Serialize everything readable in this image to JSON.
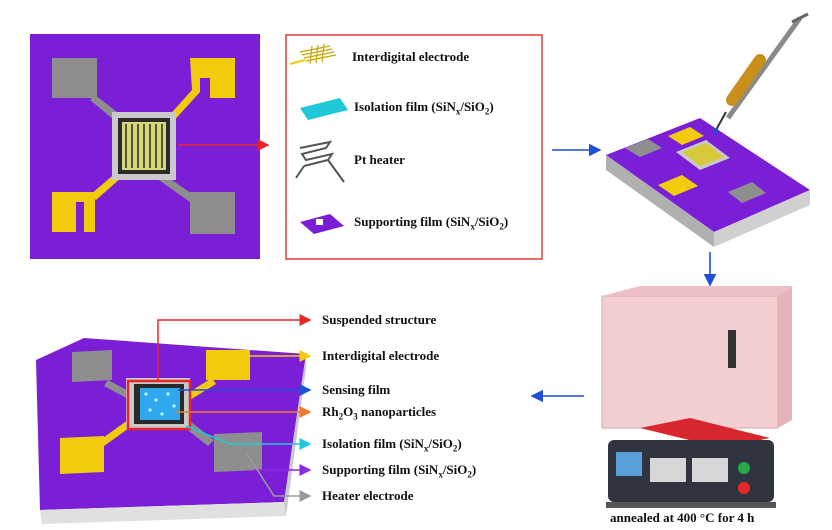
{
  "legend": {
    "interdigital": "Interdigital electrode",
    "isolation": {
      "pre": "Isolation film (SiN",
      "s1": "x",
      "mid": "/SiO",
      "s2": "2",
      "post": ")"
    },
    "heater": "Pt heater",
    "supporting": {
      "pre": "Supporting film (SiN",
      "s1": "x",
      "mid": "/SiO",
      "s2": "2",
      "post": ")"
    }
  },
  "callouts": {
    "suspended": "Suspended structure",
    "interdigital": "Interdigital electrode",
    "sensing": "Sensing film",
    "rh": {
      "pre": "Rh",
      "s1": "2",
      "mid": "O",
      "s2": "3",
      "post": " nanoparticles"
    },
    "isolation": {
      "pre": "Isolation film (SiN",
      "s1": "x",
      "mid": "/SiO",
      "s2": "2",
      "post": ")"
    },
    "supporting": {
      "pre": "Supporting film (SiN",
      "s1": "x",
      "mid": "/SiO",
      "s2": "2",
      "post": ")"
    },
    "heater_electrode": "Heater electrode"
  },
  "furnace_caption": "annealed at 400 °C for 4 h",
  "colors": {
    "purple": "#7b1fd6",
    "gold": "#f2cc0c",
    "gray": "#8e8e8e",
    "red": "#e8262a",
    "blue": "#1f4fd8",
    "cyan": "#1fc8d8",
    "orange": "#ee7b2b",
    "violet": "#8a2be2",
    "frame": "#e03a3a"
  }
}
